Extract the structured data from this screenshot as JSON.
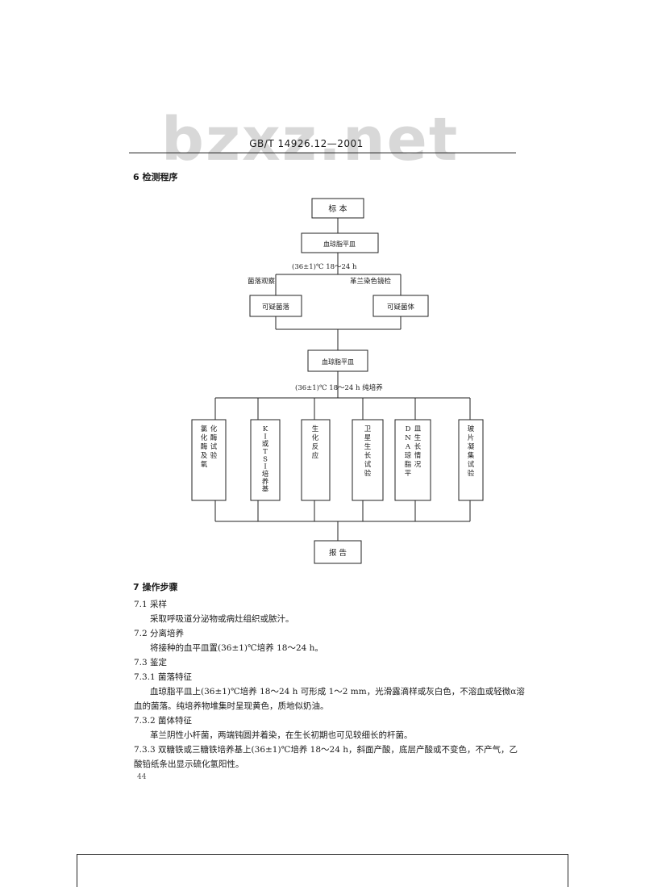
{
  "watermark": "bzxz.net",
  "header": {
    "standard_id": "GB/T 14926.12—2001"
  },
  "section6": {
    "title": "6  检测程序",
    "flow": {
      "specimen": "标 本",
      "blood_plate_1": "血琼脂平皿",
      "incubate_1": "(36±1)℃   18～24 h",
      "colony_obs": "菌落观察",
      "gram_stain": "革兰染色镜检",
      "suspect_colony": "可疑菌落",
      "suspect_cells": "可疑菌体",
      "blood_plate_2": "血琼脂平皿",
      "incubate_2": "(36±1)℃   18～24 h 纯培养",
      "tests": [
        "氯化酶及氧化酶试验",
        "KI或TSI培养基",
        "生化反应",
        "卫星生长试验",
        "DNA琼脂平皿生长情况",
        "玻片凝集试验"
      ],
      "report": "报 告"
    }
  },
  "section7": {
    "title": "7  操作步骤",
    "lines": [
      "7.1   采样",
      "采取呼吸道分泌物或病灶组织或脓汁。",
      "7.2   分离培养",
      "将接种的血平皿置(36±1)℃培养 18～24 h。",
      "7.3   鉴定",
      "7.3.1   菌落特征",
      "血琼脂平皿上(36±1)℃培养 18～24 h 可形成 1～2 mm，光滑露滴样或灰白色，不溶血或轻微α溶",
      "血的菌落。纯培养物堆集时呈现黄色，质地似奶油。",
      "7.3.2   菌体特征",
      "革兰阴性小杆菌，两端钝圆并着染，在生长初期也可见较细长的杆菌。",
      "7.3.3   双糖铁或三糖铁培养基上(36±1)℃培养 18～24 h，斜面产酸，底层产酸或不变色，不产气，乙",
      "酸铅纸条出显示硫化氢阳性。"
    ]
  },
  "footer": {
    "page_number": "44"
  }
}
